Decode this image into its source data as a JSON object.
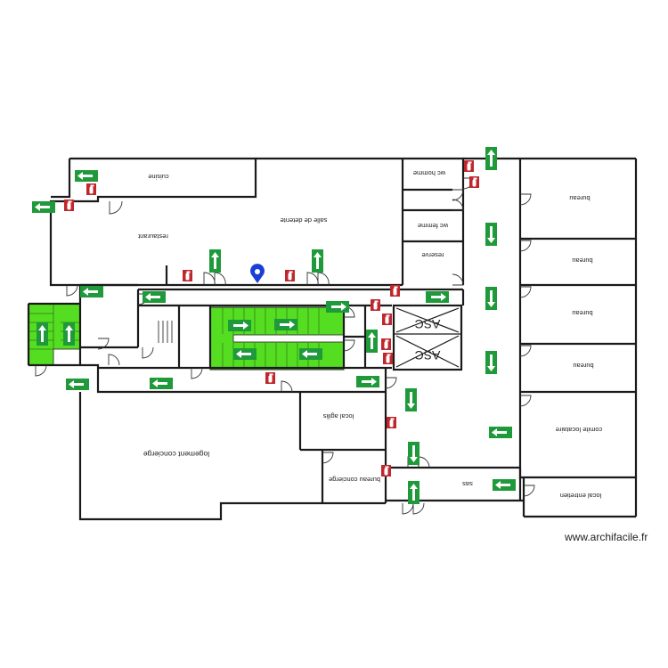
{
  "watermark": "www.archifacile.fr",
  "rooms": {
    "cuisine": "cuisine",
    "restaurant": "restaurant",
    "salle_de_detente": "salle de detente",
    "wc_homme": "wc homme",
    "wc_femme": "wc femme",
    "reserve": "reserve",
    "bureau_1": "bureau",
    "bureau_2": "bureau",
    "bureau_3": "bureau",
    "bureau_4": "bureau",
    "comite_locataire": "comite locataire",
    "local_entretien": "local entretien",
    "sas": "sas",
    "bureau_concierge": "bureau concierge",
    "local_agilis": "local agilis",
    "logement_concierge": "logement concierge",
    "asc_1": "ASC",
    "asc_2": "ASC"
  },
  "colors": {
    "exit_sign": "#1f9a3a",
    "fire_sign": "#c0272d",
    "stair_fill": "#55dd22",
    "position_marker": "#1a3fd6"
  },
  "icons": {
    "exit": "emergency-exit-arrow",
    "fire": "fire-extinguisher",
    "marker": "map-pin"
  }
}
